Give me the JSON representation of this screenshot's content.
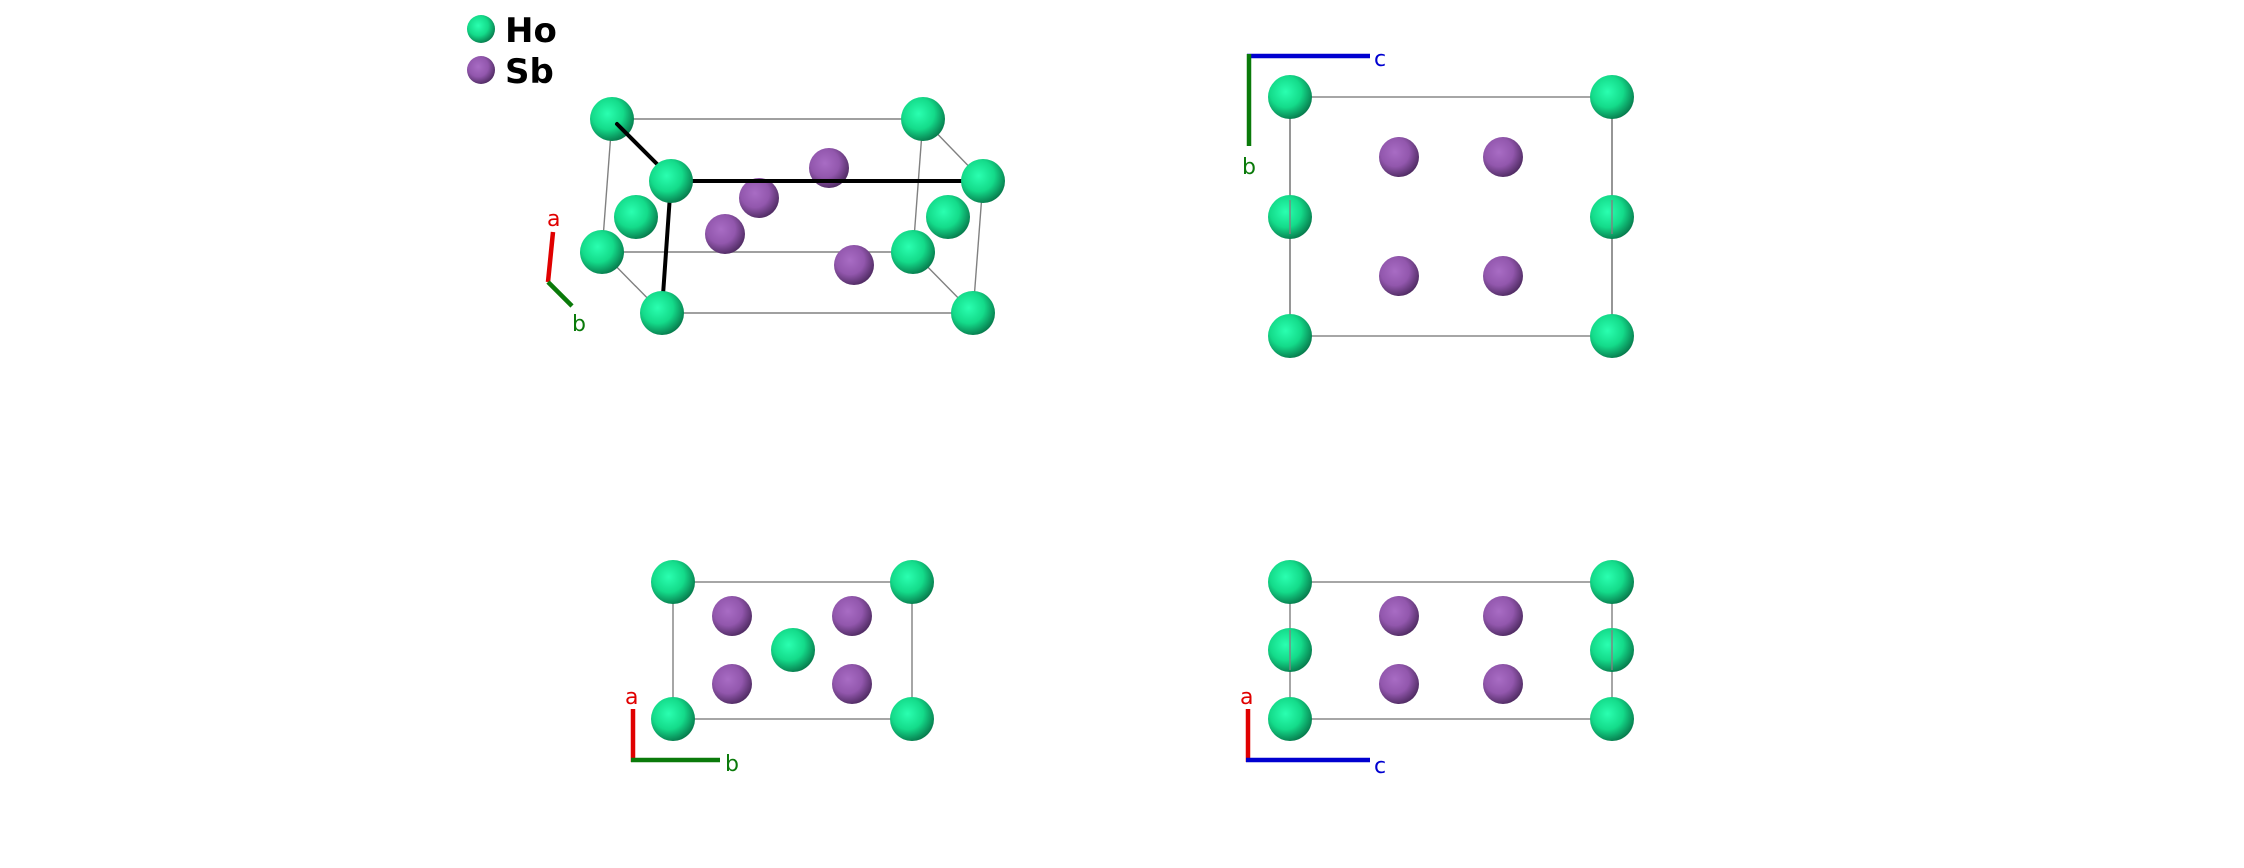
{
  "legend": [
    {
      "element": "Ho",
      "color": "#17e08f"
    },
    {
      "element": "Sb",
      "color": "#9a5cb4"
    }
  ],
  "axis_colors": {
    "a": "#e00000",
    "b": "#0a7a0a",
    "c": "#0000d0"
  },
  "panels": [
    {
      "name": "perspective-view",
      "axes": [
        "a",
        "b"
      ]
    },
    {
      "name": "view-along-a",
      "axes": [
        "c",
        "b"
      ]
    },
    {
      "name": "view-along-c",
      "axes": [
        "a",
        "b"
      ]
    },
    {
      "name": "view-along-b",
      "axes": [
        "a",
        "c"
      ]
    }
  ]
}
